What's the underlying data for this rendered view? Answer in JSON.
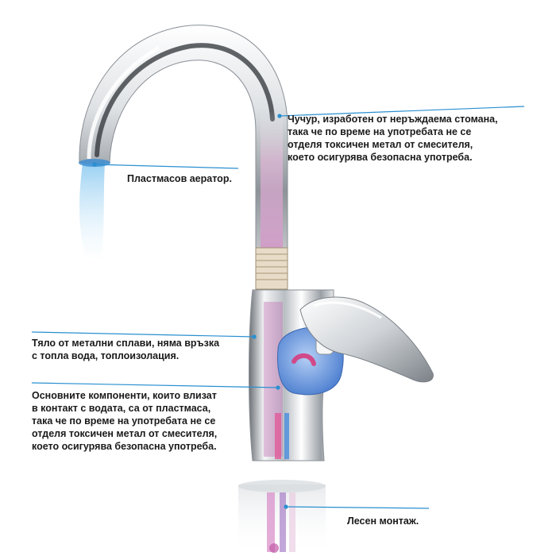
{
  "callouts": {
    "spout": {
      "lines": [
        "Чучур, изработен от неръждаема стомана,",
        "така че по време на употребата не се",
        "отделя токсичен метал от смесителя,",
        "което осигурява безопасна употреба."
      ]
    },
    "aerator": {
      "text": "Пластмасов аератор."
    },
    "body": {
      "lines": [
        "Тяло от метални сплави, няма връзка",
        "с топла вода, топлоизолация."
      ]
    },
    "components": {
      "lines": [
        "Основните компоненти, които влизат",
        "в контакт с водата, са от пластмаса,",
        "така че по време на употребата не се",
        "отделя токсичен метал от смесителя,",
        "което осигурява безопасна употреба."
      ]
    },
    "mounting": {
      "text": "Лесен монтаж."
    }
  },
  "colors": {
    "leader": "#2a8fd0",
    "chrome_dark": "#555a60",
    "chrome_light": "#f2f4f6",
    "water_pipe": "#d98ec8",
    "cartridge": "#6f9fe0",
    "water_stream": "#9fd2f2",
    "text": "#1a1a1a"
  },
  "icons": {
    "product": "faucet-illustration"
  }
}
